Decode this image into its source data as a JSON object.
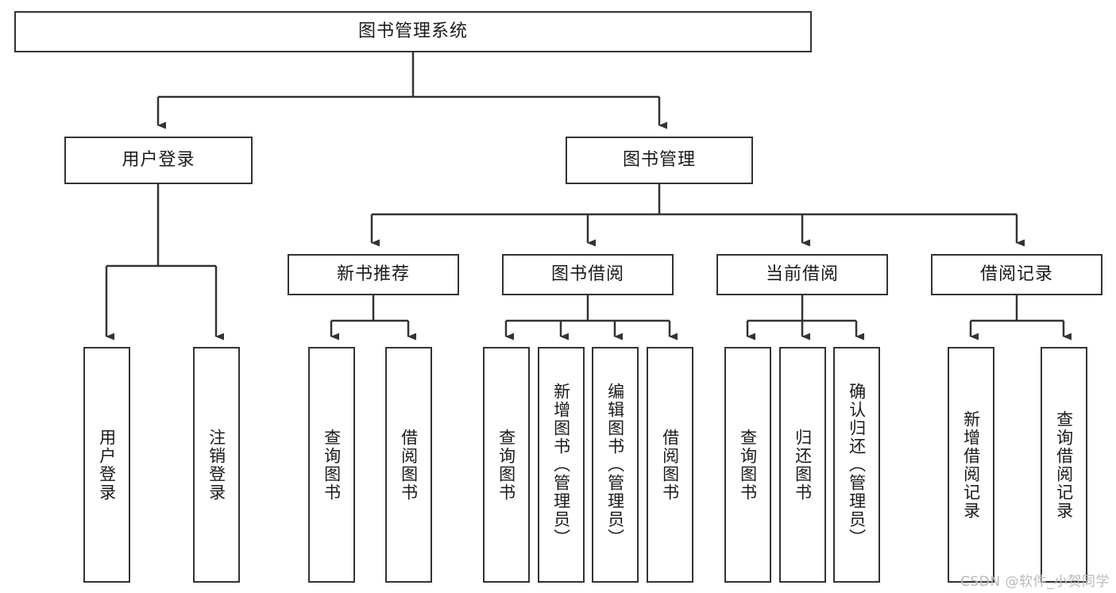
{
  "diagram": {
    "type": "tree-hierarchy-chart",
    "title": "图书管理系统",
    "watermark": "CSDN @软件_小贺同学",
    "colors": {
      "box_border": "#333333",
      "box_fill": "#ffffff",
      "connector": "#333333",
      "text": "#1a1a1a",
      "watermark": "#b9b9b9",
      "background": "#ffffff"
    },
    "levels": {
      "root": {
        "label": "图书管理系统"
      },
      "level2": [
        {
          "label": "用户登录"
        },
        {
          "label": "图书管理"
        }
      ],
      "level3": [
        {
          "label": "新书推荐"
        },
        {
          "label": "图书借阅"
        },
        {
          "label": "当前借阅"
        },
        {
          "label": "借阅记录"
        }
      ],
      "leaves": [
        {
          "label": "用户登录",
          "parent": "用户登录"
        },
        {
          "label": "注销登录",
          "parent": "用户登录"
        },
        {
          "label": "查询图书",
          "parent": "新书推荐"
        },
        {
          "label": "借阅图书",
          "parent": "新书推荐"
        },
        {
          "label": "查询图书",
          "parent": "图书借阅"
        },
        {
          "label": "新增图书（管理员）",
          "parent": "图书借阅"
        },
        {
          "label": "编辑图书（管理员）",
          "parent": "图书借阅"
        },
        {
          "label": "借阅图书",
          "parent": "图书借阅"
        },
        {
          "label": "查询图书",
          "parent": "当前借阅"
        },
        {
          "label": "归还图书",
          "parent": "当前借阅"
        },
        {
          "label": "确认归还（管理员）",
          "parent": "当前借阅"
        },
        {
          "label": "新增借阅记录",
          "parent": "借阅记录"
        },
        {
          "label": "查询借阅记录",
          "parent": "借阅记录"
        }
      ]
    }
  }
}
